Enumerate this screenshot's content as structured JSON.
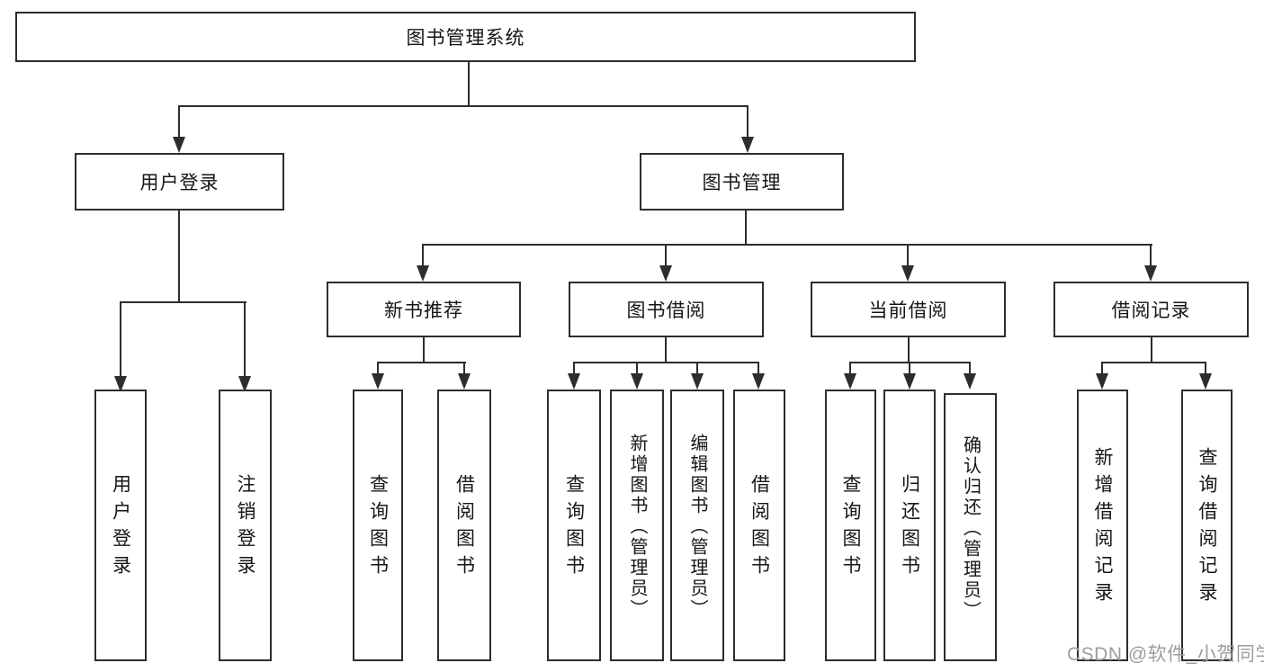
{
  "diagram": {
    "root": {
      "label": "图书管理系统"
    },
    "branches": [
      {
        "label": "用户登录",
        "children": [
          {
            "label": "用户登录"
          },
          {
            "label": "注销登录"
          }
        ]
      },
      {
        "label": "图书管理",
        "children": [
          {
            "label": "新书推荐",
            "children": [
              {
                "label": "查询图书"
              },
              {
                "label": "借阅图书"
              }
            ]
          },
          {
            "label": "图书借阅",
            "children": [
              {
                "label": "查询图书"
              },
              {
                "label": "新增图书（管理员）"
              },
              {
                "label": "编辑图书（管理员）"
              },
              {
                "label": "借阅图书"
              }
            ]
          },
          {
            "label": "当前借阅",
            "children": [
              {
                "label": "查询图书"
              },
              {
                "label": "归还图书"
              },
              {
                "label": "确认归还（管理员）"
              }
            ]
          },
          {
            "label": "借阅记录",
            "children": [
              {
                "label": "新增借阅记录"
              },
              {
                "label": "查询借阅记录"
              }
            ]
          }
        ]
      }
    ]
  },
  "watermark": {
    "text": "CSDN @软件_小贺同学"
  },
  "colors": {
    "line": "#2d2d2d",
    "text": "#161616",
    "watermark": "#9d9d9d",
    "background": "#ffffff"
  }
}
